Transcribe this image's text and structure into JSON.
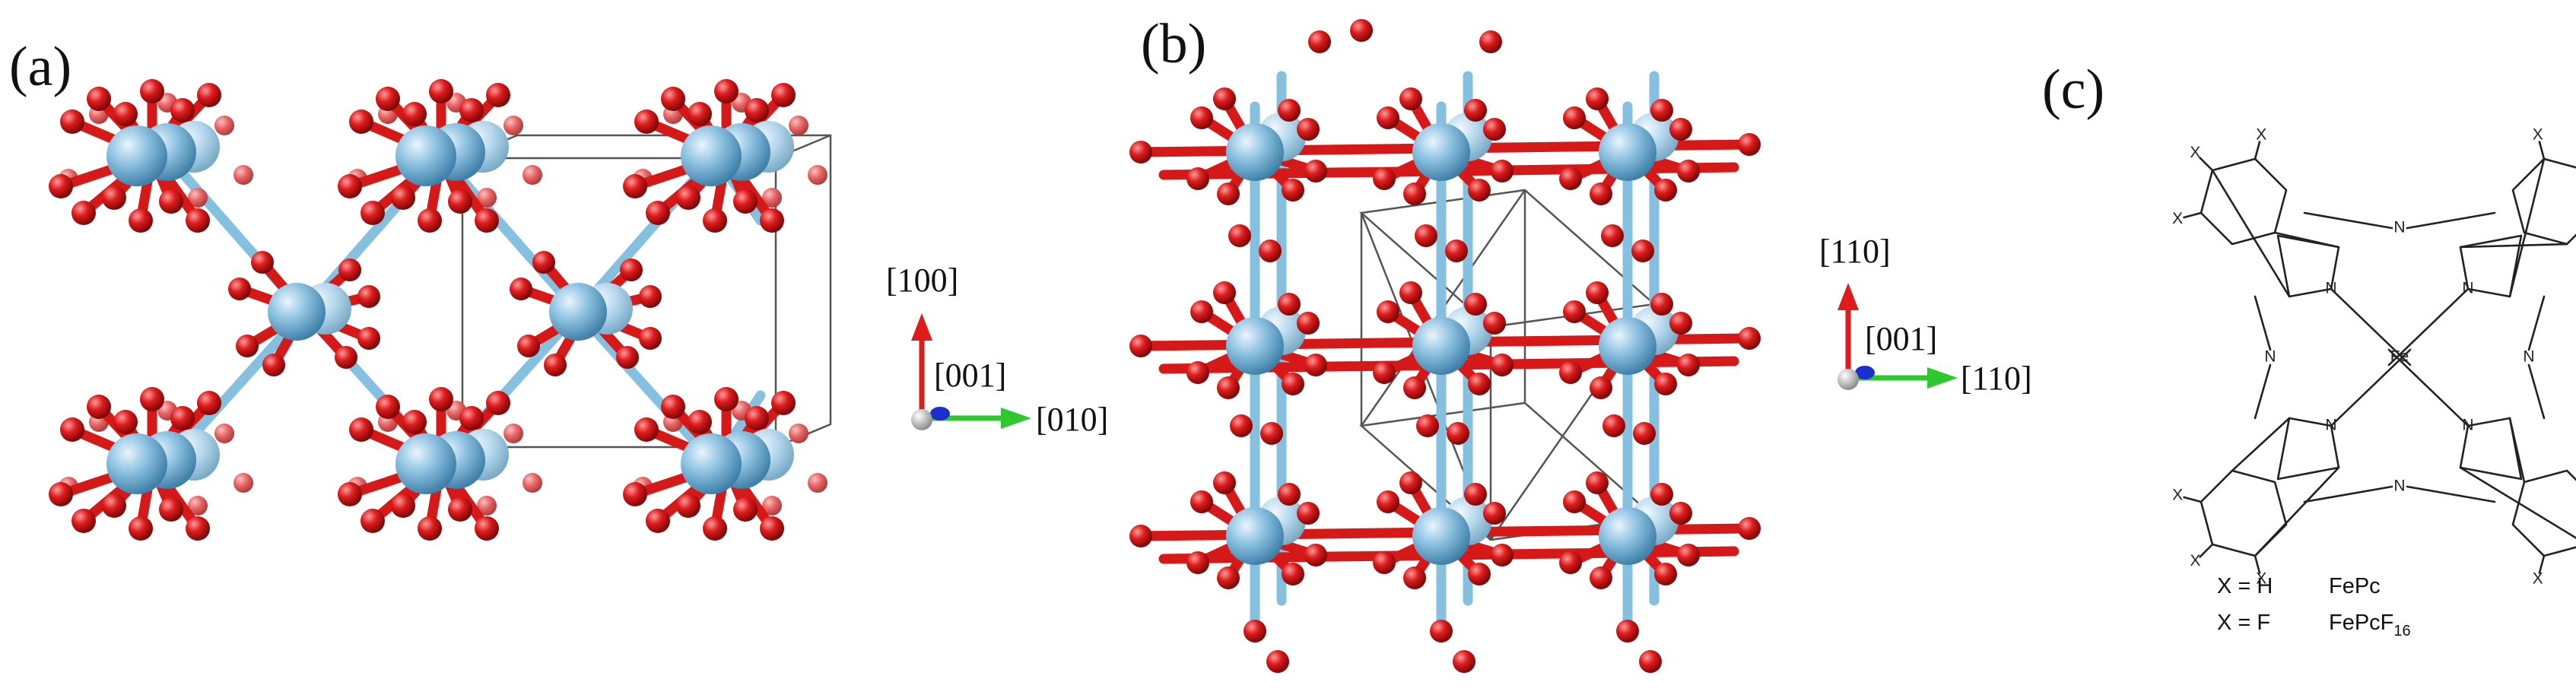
{
  "panels": {
    "a": {
      "label": "(a)",
      "axes": {
        "up": "[100]",
        "out": "[001]",
        "right": "[010]"
      }
    },
    "b": {
      "label": "(b)",
      "axes": {
        "up": "[110]",
        "out": "[001]",
        "right": "[110]"
      }
    },
    "c": {
      "label": "(c)",
      "atoms": {
        "substituent": "X",
        "nitrogen": "N",
        "metal": "Fe"
      },
      "legend": [
        {
          "x": "X = H",
          "compound": "FePc",
          "subscript": ""
        },
        {
          "x": "X = F",
          "compound": "FePcF",
          "subscript": "16"
        }
      ]
    }
  },
  "colors": {
    "iron_atom": "#7fb6d8",
    "oxygen_atom": "#d51818",
    "fe_bond": "#86c0e0",
    "axis_up": "#e01b1b",
    "axis_right": "#2ec82e",
    "axis_out": "#1a2fcc",
    "axis_origin": "#c8c8c8"
  }
}
